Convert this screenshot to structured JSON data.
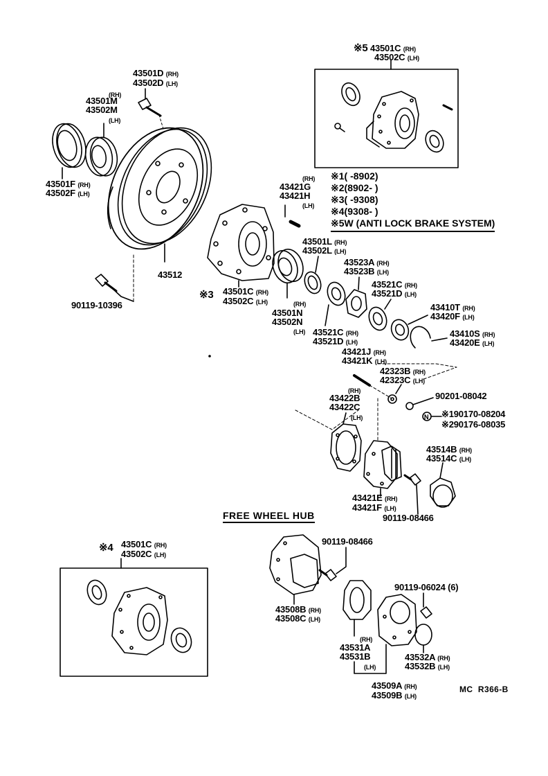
{
  "diagram": {
    "reference_code": "MC  R366-B",
    "section_title": "FREE WHEEL HUB",
    "legend": [
      {
        "mark": "※1",
        "text": "(        -8902)"
      },
      {
        "mark": "※2",
        "text": "(8902-        )"
      },
      {
        "mark": "※3",
        "text": "(        -9308)"
      },
      {
        "mark": "※4",
        "text": "(9308-        )"
      },
      {
        "mark": "※5",
        "text": "W (ANTI LOCK BRAKE SYSTEM)"
      }
    ],
    "labels": {
      "box5_mark": "※5",
      "box5_a": "43501C",
      "box5_a_s": "(RH)",
      "box5_b": "43502C",
      "box5_b_s": "(LH)",
      "p43501D": "43501D",
      "p43501D_s": "(RH)",
      "p43502D": "43502D",
      "p43502D_s": "(LH)",
      "p43501M_s": "(RH)",
      "p43501M": "43501M",
      "p43502M": "43502M",
      "p43502M_s": "(LH)",
      "p43501F": "43501F",
      "p43501F_s": "(RH)",
      "p43502F": "43502F",
      "p43502F_s": "(LH)",
      "p43512": "43512",
      "p90119_10396": "90119-10396",
      "p43421G_s": "(RH)",
      "p43421G": "43421G",
      "p43421H": "43421H",
      "p43421H_s": "(LH)",
      "hub3_mark": "※3",
      "hub3_a": "43501C",
      "hub3_a_s": "(RH)",
      "hub3_b": "43502C",
      "hub3_b_s": "(LH)",
      "p43501L": "43501L",
      "p43501L_s": "(RH)",
      "p43502L": "43502L",
      "p43502L_s": "(LH)",
      "p43501N_s": "(RH)",
      "p43501N": "43501N",
      "p43502N": "43502N",
      "p43502N_s": "(LH)",
      "p43523A": "43523A",
      "p43523A_s": "(RH)",
      "p43523B": "43523B",
      "p43523B_s": "(LH)",
      "p43521C_a": "43521C",
      "p43521C_a_s": "(RH)",
      "p43521D_a": "43521D",
      "p43521D_a_s": "(LH)",
      "p43410T": "43410T",
      "p43410T_s": "(RH)",
      "p43420F": "43420F",
      "p43420F_s": "(LH)",
      "p43521C_b": "43521C",
      "p43521C_b_s": "(RH)",
      "p43521D_b": "43521D",
      "p43521D_b_s": "(LH)",
      "p43410S": "43410S",
      "p43410S_s": "(RH)",
      "p43420E": "43420E",
      "p43420E_s": "(LH)",
      "p43421J": "43421J",
      "p43421J_s": "(RH)",
      "p43421K": "43421K",
      "p43421K_s": "(LH)",
      "p42323B": "42323B",
      "p42323B_s": "(RH)",
      "p42323C": "42323C",
      "p42323C_s": "(LH)",
      "p43422B_s": "(RH)",
      "p43422B": "43422B",
      "p43422C": "43422C",
      "p43422C_s": "(LH)",
      "p90201_08042": "90201-08042",
      "p90170_mark": "※1",
      "p90170_08204": "90170-08204",
      "p90176_mark": "※2",
      "p90176_08035": "90176-08035",
      "p43514B": "43514B",
      "p43514B_s": "(RH)",
      "p43514C": "43514C",
      "p43514C_s": "(LH)",
      "p43421E": "43421E",
      "p43421E_s": "(RH)",
      "p43421F": "43421F",
      "p43421F_s": "(LH)",
      "p90119_08466_a": "90119-08466",
      "box4_mark": "※4",
      "box4_a": "43501C",
      "box4_a_s": "(RH)",
      "box4_b": "43502C",
      "box4_b_s": "(LH)",
      "p90119_08466_b": "90119-08466",
      "p43508B": "43508B",
      "p43508B_s": "(RH)",
      "p43508C": "43508C",
      "p43508C_s": "(LH)",
      "p90119_06024": "90119-06024",
      "p90119_06024_q": "(6)",
      "p43531A_s": "(RH)",
      "p43531A": "43531A",
      "p43531B": "43531B",
      "p43531B_s": "(LH)",
      "p43532A": "43532A",
      "p43532A_s": "(RH)",
      "p43532B": "43532B",
      "p43532B_s": "(LH)",
      "p43509A": "43509A",
      "p43509A_s": "(RH)",
      "p43509B": "43509B",
      "p43509B_s": "(LH)"
    }
  }
}
